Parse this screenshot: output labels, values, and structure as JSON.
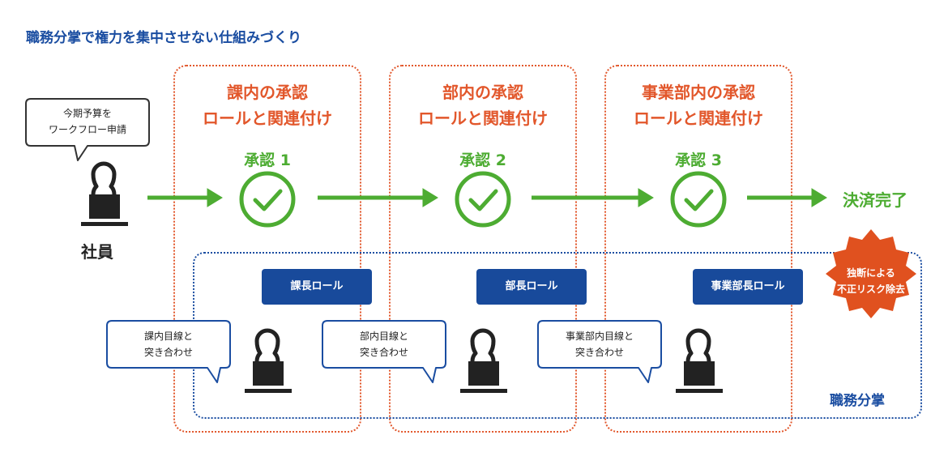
{
  "title": "職務分掌で権力を集中させない仕組みづくり",
  "employee": {
    "bubble_line1": "今期予算を",
    "bubble_line2": "ワークフロー申請",
    "label": "社員"
  },
  "stages": [
    {
      "title_line1": "課内の承認",
      "title_line2": "ロールと関連付け",
      "approval": "承認 1",
      "role": "課長ロール",
      "check_line1": "課内目線と",
      "check_line2": "突き合わせ"
    },
    {
      "title_line1": "部内の承認",
      "title_line2": "ロールと関連付け",
      "approval": "承認 2",
      "role": "部長ロール",
      "check_line1": "部内目線と",
      "check_line2": "突き合わせ"
    },
    {
      "title_line1": "事業部内の承認",
      "title_line2": "ロールと関連付け",
      "approval": "承認 3",
      "role": "事業部長ロール",
      "check_line1": "事業部内目線と",
      "check_line2": "突き合わせ"
    }
  ],
  "completion": "決済完了",
  "risk_badge": {
    "line1": "独断による",
    "line2": "不正リスク除去"
  },
  "zone_label": "職務分掌",
  "colors": {
    "green": "#4dac32",
    "orange": "#e2572b",
    "blue": "#1a4da1",
    "navy": "#184a9b",
    "burst": "#e0511f"
  }
}
